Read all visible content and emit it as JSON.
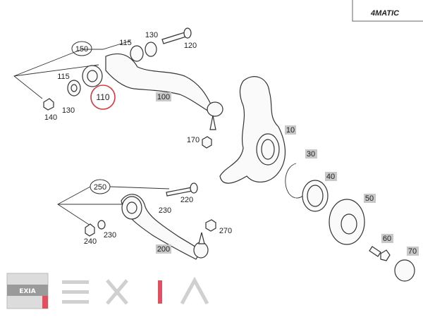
{
  "badge": {
    "text": "4MATIC"
  },
  "watermark": {
    "text": "EXIA",
    "logo_text": "EXIA"
  },
  "callouts": [
    {
      "id": "150",
      "text": "150",
      "circled": true
    },
    {
      "id": "130a",
      "text": "130"
    },
    {
      "id": "115a",
      "text": "115"
    },
    {
      "id": "120",
      "text": "120"
    },
    {
      "id": "115b",
      "text": "115"
    },
    {
      "id": "110",
      "text": "110",
      "highlighted": true
    },
    {
      "id": "100",
      "text": "100",
      "boxed": true
    },
    {
      "id": "130b",
      "text": "130"
    },
    {
      "id": "140",
      "text": "140"
    },
    {
      "id": "170",
      "text": "170"
    },
    {
      "id": "10",
      "text": "10",
      "boxed": true
    },
    {
      "id": "30",
      "text": "30",
      "boxed": true
    },
    {
      "id": "40",
      "text": "40",
      "boxed": true
    },
    {
      "id": "50",
      "text": "50",
      "boxed": true
    },
    {
      "id": "60",
      "text": "60",
      "boxed": true
    },
    {
      "id": "70",
      "text": "70",
      "boxed": true
    },
    {
      "id": "250",
      "text": "250",
      "circled": true
    },
    {
      "id": "220",
      "text": "220"
    },
    {
      "id": "230a",
      "text": "230"
    },
    {
      "id": "230b",
      "text": "230"
    },
    {
      "id": "240",
      "text": "240"
    },
    {
      "id": "270",
      "text": "270"
    },
    {
      "id": "200",
      "text": "200",
      "boxed": true
    }
  ],
  "colors": {
    "highlight": "#d9363e",
    "box": "#c8c8c8",
    "line": "#333333"
  }
}
